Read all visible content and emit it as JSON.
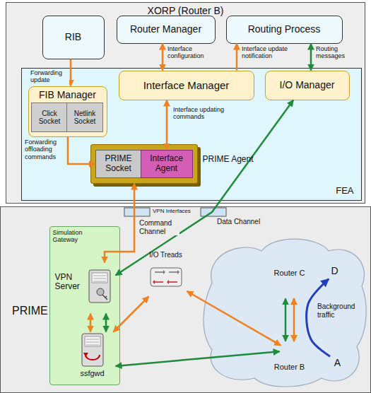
{
  "diagram": {
    "nodes": [
      {
        "text": [
          "XORP (Router B)"
        ]
      },
      {
        "text": [
          "RIB"
        ],
        "in": 0
      },
      {
        "text": [
          "Router Manager"
        ],
        "in": 0
      },
      {
        "text": [
          "Routing Process"
        ],
        "in": 0
      },
      {
        "text": [
          "FEA"
        ],
        "in": 0
      },
      {
        "text": [
          "FIB Manager"
        ],
        "in": 4
      },
      {
        "text": [
          "Click Socket"
        ],
        "in": 5
      },
      {
        "text": [
          "Netlink Socket"
        ],
        "in": 5
      },
      {
        "text": [
          "Interface Manager"
        ],
        "in": 4
      },
      {
        "text": [
          "I/O Manager"
        ],
        "in": 4
      },
      {
        "text": [
          "PRIME Agent"
        ],
        "in": 4
      },
      {
        "text": [
          "PRIME Socket"
        ],
        "in": 10
      },
      {
        "text": [
          "Interface Agent"
        ],
        "in": 10
      },
      {
        "text": [
          "PRIME"
        ]
      },
      {
        "text": [
          "Simulation Gateway"
        ],
        "in": 13
      },
      {
        "text": [
          "VPN Server"
        ],
        "in": 14
      },
      {
        "text": [
          "ssfgwd"
        ],
        "in": 14
      },
      {
        "text": [
          "I/O Treads"
        ],
        "in": 13
      },
      {
        "text": [
          "Router C"
        ],
        "in": 13
      },
      {
        "text": [
          "Router B"
        ],
        "in": 13
      },
      {
        "text": [
          "D"
        ],
        "in": 13
      },
      {
        "text": [
          "A"
        ],
        "in": 13
      }
    ],
    "edges": [
      {
        "from": 1,
        "to": 5,
        "arrow": "to",
        "label": "Forwarding update"
      },
      {
        "from": 2,
        "to": 8,
        "arrow": "both",
        "label": "Interface configuration"
      },
      {
        "from": 8,
        "to": 3,
        "arrow": "to",
        "label": "Interface update notification"
      },
      {
        "from": 9,
        "to": 3,
        "arrow": "both",
        "label": "Routing messages"
      },
      {
        "from": 5,
        "to": 11,
        "arrow": "to",
        "label": "Forwarding offloading commands"
      },
      {
        "from": 8,
        "to": 12,
        "arrow": "both",
        "label": "Interface updating commands"
      },
      {
        "from": 10,
        "to": 15,
        "arrow": "both",
        "label": "Command Channel"
      },
      {
        "from": 9,
        "to": 15,
        "arrow": "both",
        "label": "Data Channel"
      },
      {
        "from": 15,
        "to": 16,
        "arrow": "both"
      },
      {
        "from": 15,
        "to": 16,
        "arrow": "both"
      },
      {
        "from": 16,
        "to": 17,
        "arrow": "both"
      },
      {
        "from": 17,
        "to": 19,
        "arrow": "both"
      },
      {
        "from": 16,
        "to": 19,
        "arrow": "both"
      },
      {
        "from": 18,
        "to": 19,
        "arrow": "both"
      },
      {
        "from": 18,
        "to": 19,
        "arrow": "both"
      },
      {
        "from": 21,
        "to": 20,
        "arrow": "to",
        "label": "Background traffic"
      }
    ],
    "labels": [
      "VPN Interfaces"
    ]
  }
}
